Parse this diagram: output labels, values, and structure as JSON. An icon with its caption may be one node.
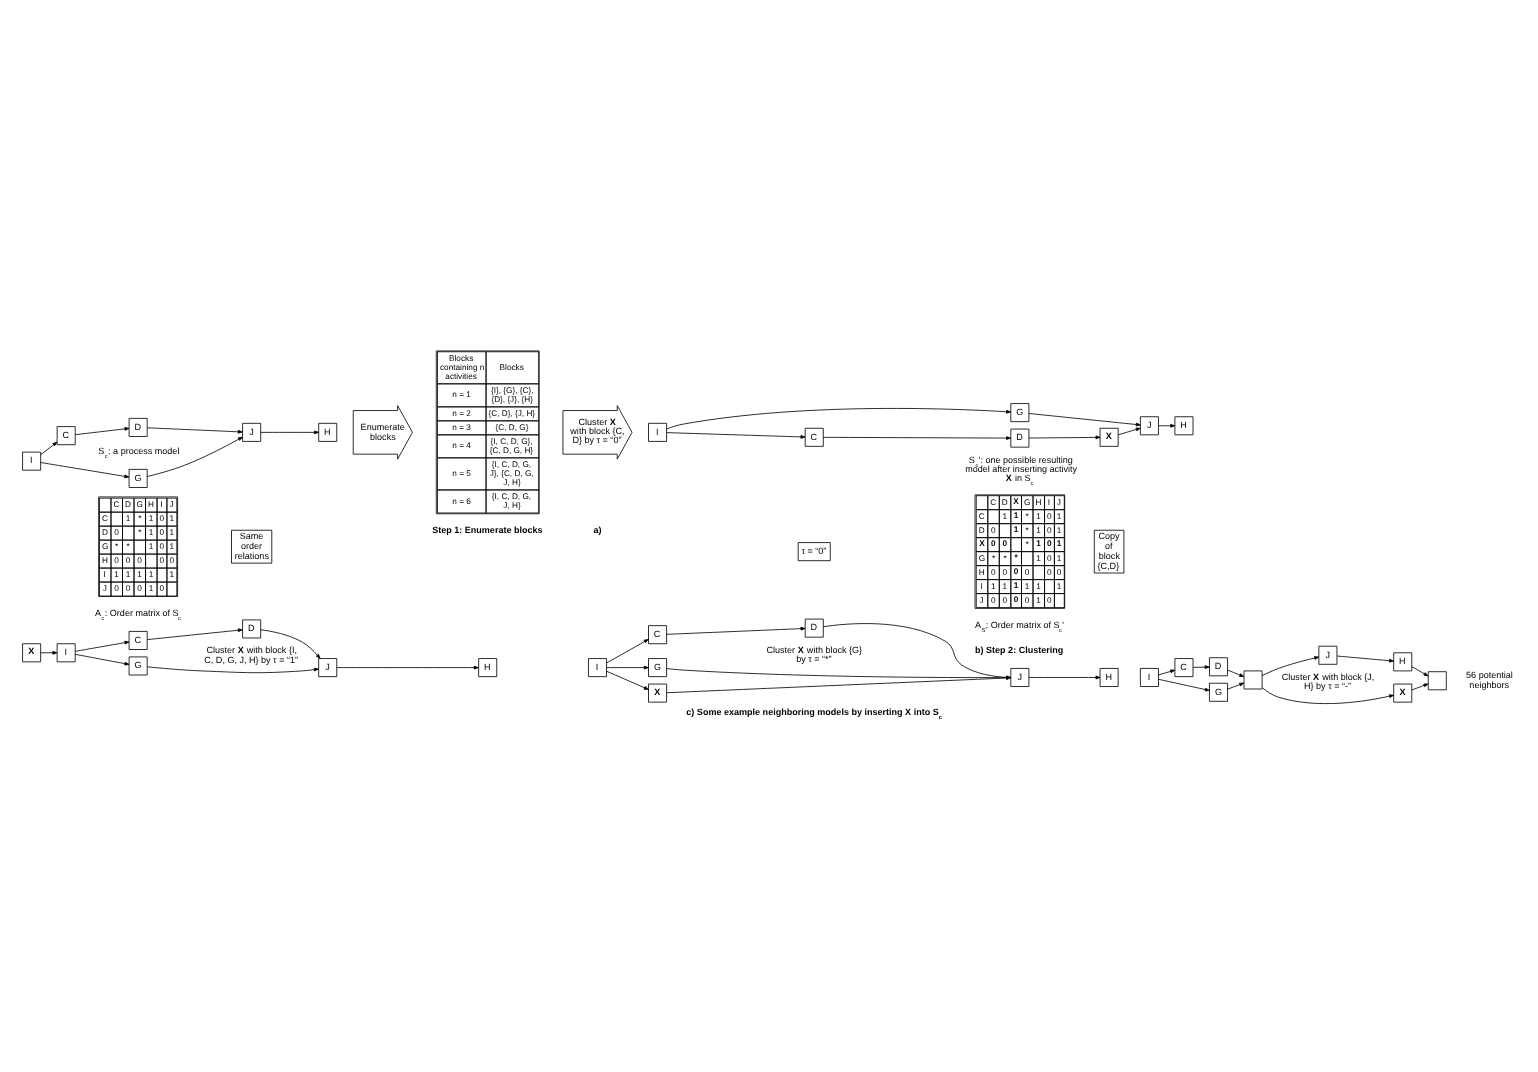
{
  "diagram": {
    "nodes": [
      {
        "text": [
          "I"
        ]
      },
      {
        "text": [
          "G"
        ]
      },
      {
        "text": [
          "C"
        ]
      },
      {
        "text": [
          "D"
        ]
      },
      {
        "text": [
          "J"
        ]
      },
      {
        "text": [
          "H"
        ]
      },
      {
        "text": [
          "Enumerate blocks"
        ]
      },
      {
        "text": [
          "Same order relations"
        ]
      },
      {
        "text": [
          "Cluster **X** with block {C, D} by τ = “0”"
        ]
      },
      {
        "text": [
          "I"
        ]
      },
      {
        "text": [
          "G"
        ]
      },
      {
        "text": [
          "C"
        ]
      },
      {
        "text": [
          "D"
        ]
      },
      {
        "text": [
          "X"
        ]
      },
      {
        "text": [
          "J"
        ]
      },
      {
        "text": [
          "H"
        ]
      },
      {
        "text": [
          "Copy of block {C,D}"
        ]
      },
      {
        "text": [
          "τ = “0”"
        ]
      },
      {
        "text": [
          "X"
        ]
      },
      {
        "text": [
          "I"
        ]
      },
      {
        "text": [
          "G"
        ]
      },
      {
        "text": [
          "C"
        ]
      },
      {
        "text": [
          "D"
        ]
      },
      {
        "text": [
          "J"
        ]
      },
      {
        "text": [
          "H"
        ]
      },
      {
        "text": [
          "I"
        ]
      },
      {
        "text": [
          "G"
        ]
      },
      {
        "text": [
          "X"
        ]
      },
      {
        "text": [
          "C"
        ]
      },
      {
        "text": [
          "D"
        ]
      },
      {
        "text": [
          "J"
        ]
      },
      {
        "text": [
          "H"
        ]
      },
      {
        "text": [
          "I"
        ]
      },
      {
        "text": [
          "G"
        ]
      },
      {
        "text": [
          "C"
        ]
      },
      {
        "text": [
          "D"
        ]
      },
      {
        "text": [],
        "shape": "box"
      },
      {
        "text": [
          "X"
        ]
      },
      {
        "text": [
          "J"
        ]
      },
      {
        "text": [
          "H"
        ]
      },
      {
        "text": [],
        "shape": "box"
      }
    ],
    "edges": [
      {
        "from": 0,
        "to": 1,
        "arrow": "to"
      },
      {
        "from": 0,
        "to": 2,
        "arrow": "to"
      },
      {
        "from": 2,
        "to": 3,
        "arrow": "to"
      },
      {
        "from": 1,
        "to": 4,
        "arrow": "to"
      },
      {
        "from": 3,
        "to": 4,
        "arrow": "to"
      },
      {
        "from": 4,
        "to": 5,
        "arrow": "to"
      },
      {
        "from": 9,
        "to": 10,
        "arrow": "to"
      },
      {
        "from": 9,
        "to": 11,
        "arrow": "to"
      },
      {
        "from": 11,
        "to": 12,
        "arrow": "to"
      },
      {
        "from": 12,
        "to": 13,
        "arrow": "to"
      },
      {
        "from": 10,
        "to": 14,
        "arrow": "to"
      },
      {
        "from": 13,
        "to": 14,
        "arrow": "to"
      },
      {
        "from": 14,
        "to": 15,
        "arrow": "to"
      },
      {
        "from": 18,
        "to": 19,
        "arrow": "to"
      },
      {
        "from": 19,
        "to": 20,
        "arrow": "to"
      },
      {
        "from": 19,
        "to": 21,
        "arrow": "to"
      },
      {
        "from": 21,
        "to": 22,
        "arrow": "to"
      },
      {
        "from": 20,
        "to": 23,
        "arrow": "to"
      },
      {
        "from": 22,
        "to": 23,
        "arrow": "to"
      },
      {
        "from": 23,
        "to": 24,
        "arrow": "to"
      },
      {
        "from": 25,
        "to": 26,
        "arrow": "to"
      },
      {
        "from": 25,
        "to": 27,
        "arrow": "to"
      },
      {
        "from": 25,
        "to": 28,
        "arrow": "to"
      },
      {
        "from": 28,
        "to": 29,
        "arrow": "to"
      },
      {
        "from": 26,
        "to": 30,
        "arrow": "to"
      },
      {
        "from": 27,
        "to": 30,
        "arrow": "to"
      },
      {
        "from": 29,
        "to": 30,
        "arrow": "to"
      },
      {
        "from": 30,
        "to": 31,
        "arrow": "to"
      },
      {
        "from": 32,
        "to": 33,
        "arrow": "to"
      },
      {
        "from": 32,
        "to": 34,
        "arrow": "to"
      },
      {
        "from": 34,
        "to": 35,
        "arrow": "to"
      },
      {
        "from": 33,
        "to": 36,
        "arrow": "to"
      },
      {
        "from": 35,
        "to": 36,
        "arrow": "to"
      },
      {
        "from": 36,
        "to": 37,
        "arrow": "to"
      },
      {
        "from": 36,
        "to": 38,
        "arrow": "to"
      },
      {
        "from": 38,
        "to": 39,
        "arrow": "to"
      },
      {
        "from": 37,
        "to": 40,
        "arrow": "to"
      },
      {
        "from": 39,
        "to": 40,
        "arrow": "to"
      }
    ],
    "labels": [
      "S$_{c}$: a process model",
      "C",
      "D",
      "G",
      "H",
      "I",
      "J",
      "C",
      "1",
      "*",
      "1",
      "0",
      "1",
      "D",
      "0",
      "*",
      "1",
      "0",
      "1",
      "G",
      "*",
      "*",
      "1",
      "0",
      "1",
      "H",
      "0",
      "0",
      "0",
      "0",
      "0",
      "I",
      "1",
      "1",
      "1",
      "1",
      "1",
      "J",
      "0",
      "0",
      "0",
      "1",
      "0",
      "A$_{c}$: Order matrix of S$_{c}$",
      "Blocks containing n activities",
      "Blocks",
      "n = 1",
      "{I}, {G}, {C}, {D}, {J}, {H}",
      "n = 2",
      "{C, D}, {J, H}",
      "n = 3",
      "{C, D, G}",
      "n = 4",
      "{I, C, D, G}, {C, D, G, H}",
      "n = 5",
      "{I, C, D, G, J}, {C, D, G, J, H}",
      "n = 6",
      "{I, C, D, G, J, H}",
      "S$_{c}$': one possible resulting model after inserting activity **X** in S$_{c}$",
      "C",
      "D",
      "X",
      "G",
      "H",
      "I",
      "J",
      "C",
      "1",
      "1",
      "*",
      "1",
      "0",
      "1",
      "D",
      "0",
      "1",
      "*",
      "1",
      "0",
      "1",
      "X",
      "0",
      "0",
      "*",
      "1",
      "0",
      "1",
      "G",
      "*",
      "*",
      "*",
      "1",
      "0",
      "1",
      "H",
      "0",
      "0",
      "0",
      "0",
      "0",
      "0",
      "I",
      "1",
      "1",
      "1",
      "1",
      "1",
      "1",
      "J",
      "0",
      "0",
      "0",
      "0",
      "1",
      "0",
      "A$_{S'}$: Order matrix of S$_{c}$'",
      "Step 1: Enumerate blocks",
      "a)",
      "b) Step 2: Clustering",
      "Cluster **X** with block {I, C, D, G, J, H} by τ = “1”",
      "Cluster **X** with block {G} by τ = “*”",
      "Cluster **X** with block {J, H} by τ = “-”",
      "56 potential neighbors",
      "c) Some example neighboring models by inserting X into S$_{c}$"
    ]
  }
}
